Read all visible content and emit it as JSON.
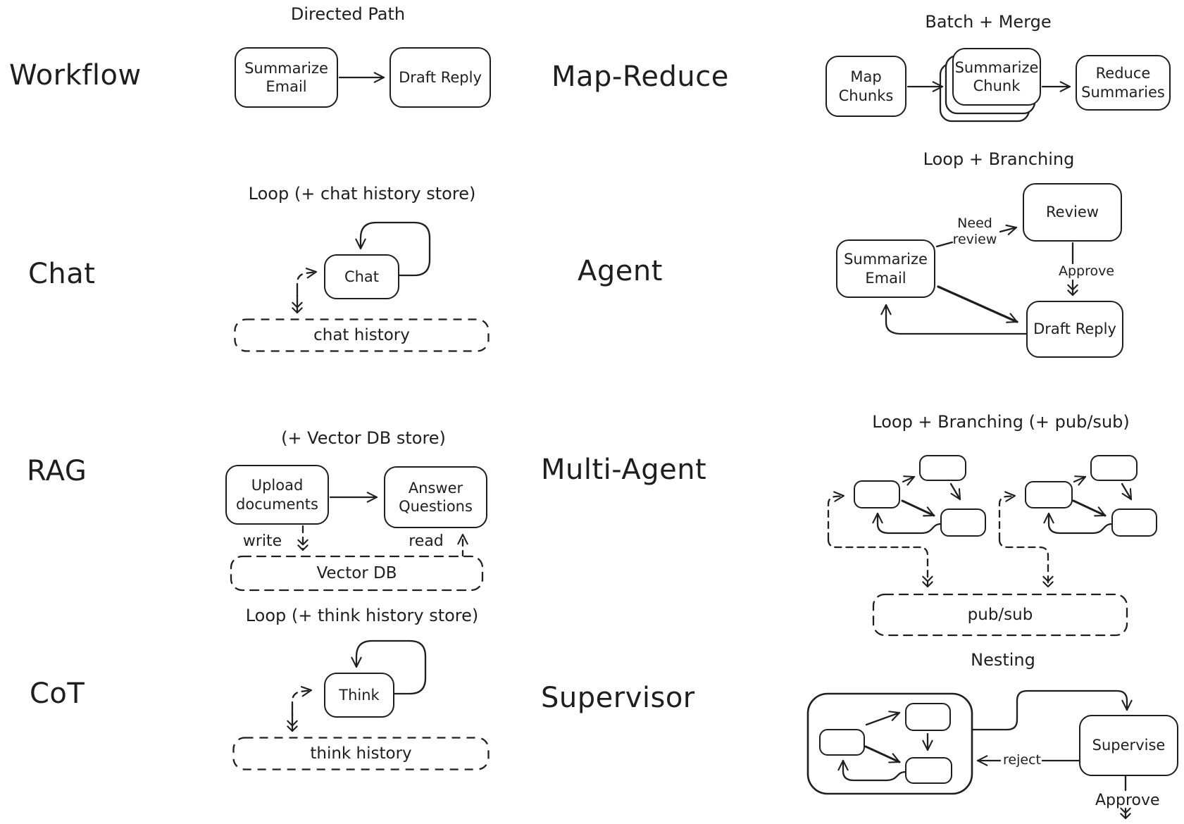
{
  "colors": {
    "ink": "#1e1e1e",
    "background": "#ffffff"
  },
  "sections": {
    "workflow": {
      "label": "Workflow",
      "title": "Directed Path",
      "nodes": {
        "a": "Summarize Email",
        "b": "Draft Reply"
      }
    },
    "map_reduce": {
      "label": "Map-Reduce",
      "title": "Batch + Merge",
      "nodes": {
        "a": "Map Chunks",
        "b": "Summarize Chunk",
        "c": "Reduce Summaries"
      }
    },
    "chat": {
      "label": "Chat",
      "title": "Loop (+ chat history store)",
      "nodes": {
        "a": "Chat"
      },
      "store": "chat history"
    },
    "agent": {
      "label": "Agent",
      "title": "Loop + Branching",
      "nodes": {
        "a": "Summarize Email",
        "b": "Review",
        "c": "Draft Reply"
      },
      "edges": {
        "need_review": "Need review",
        "approve": "Approve"
      }
    },
    "rag": {
      "label": "RAG",
      "title": "(+ Vector DB store)",
      "nodes": {
        "a": "Upload documents",
        "b": "Answer Questions"
      },
      "store": "Vector DB",
      "edges": {
        "write": "write",
        "read": "read"
      }
    },
    "multi_agent": {
      "label": "Multi-Agent",
      "title": "Loop + Branching (+ pub/sub)",
      "store": "pub/sub"
    },
    "cot": {
      "label": "CoT",
      "title": "Loop (+ think history store)",
      "nodes": {
        "a": "Think"
      },
      "store": "think history"
    },
    "supervisor": {
      "label": "Supervisor",
      "title": "Nesting",
      "nodes": {
        "a": "Supervise"
      },
      "edges": {
        "reject": "reject",
        "approve": "Approve"
      }
    }
  }
}
